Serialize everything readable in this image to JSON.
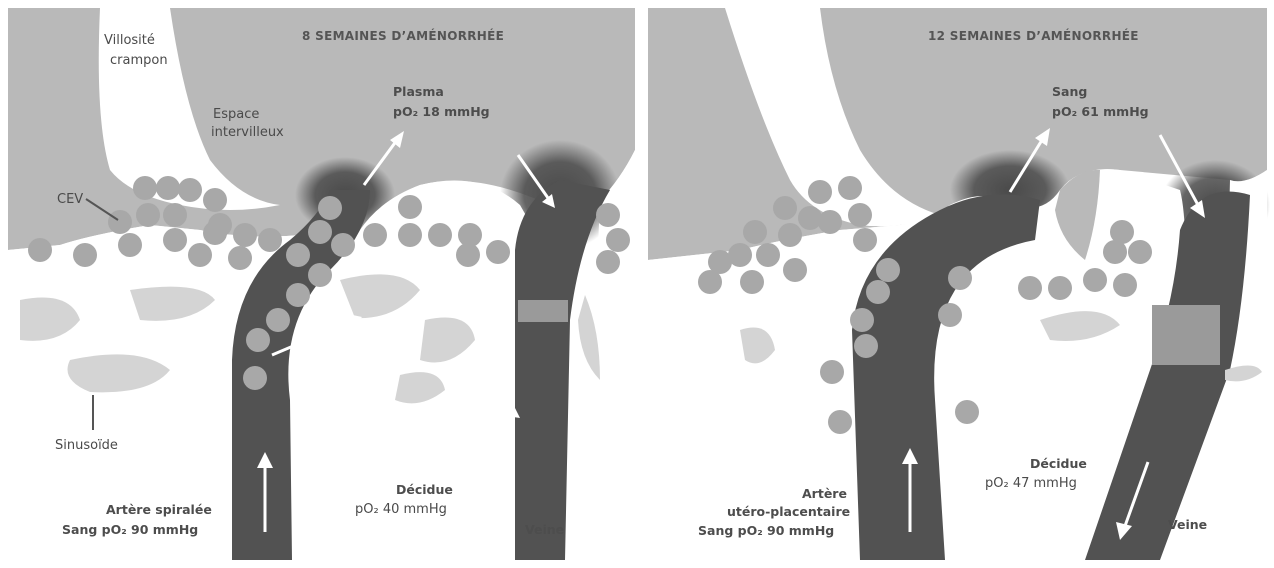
{
  "panels": [
    {
      "title": "8 SEMAINES D’AMÉNORRHÉE",
      "labels": {
        "villosite_l1": "Villosité",
        "villosite_l2": "crampon",
        "espace_l1": "Espace",
        "espace_l2": "intervilleux",
        "plasma_l1": "Plasma",
        "plasma_l2": "pO₂ 18 mmHg",
        "cev": "CEV",
        "sinusoide": "Sinusoïde",
        "artere_l1": "Artère spiralée",
        "artere_l2": "Sang pO₂ 90 mmHg",
        "decidue_l1": "Décidue",
        "decidue_l2": "pO₂ 40 mmHg",
        "veine": "Veine"
      }
    },
    {
      "title": "12 SEMAINES D’AMÉNORRHÉE",
      "labels": {
        "sang_l1": "Sang",
        "sang_l2": "pO₂ 61 mmHg",
        "artere_l1": "Artère",
        "artere_l2": "utéro-placentaire",
        "artere_l3": "Sang pO₂ 90 mmHg",
        "decidue_l1": "Décidue",
        "decidue_l2": "pO₂ 47 mmHg",
        "veine": "Veine"
      }
    }
  ],
  "colors": {
    "background_gray": "#b9b9b9",
    "vessel_dark": "#525252",
    "cell_gray": "#a8a8a8",
    "decidua_white": "#ffffff"
  }
}
